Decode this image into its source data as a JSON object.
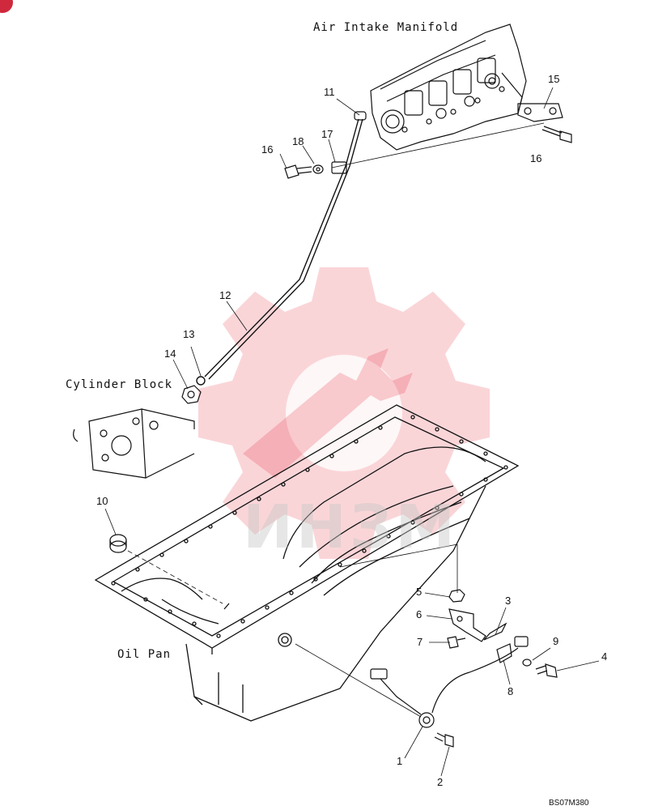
{
  "labels": {
    "air_intake_manifold": "Air Intake Manifold",
    "cylinder_block": "Cylinder Block",
    "oil_pan": "Oil Pan"
  },
  "watermark": {
    "text": "ИНЗМ",
    "color": "#e8404f"
  },
  "drawing_code": "BS07M380",
  "parts": {
    "p1": "1",
    "p2": "2",
    "p3": "3",
    "p4": "4",
    "p5": "5",
    "p6": "6",
    "p7": "7",
    "p8": "8",
    "p9": "9",
    "p10": "10",
    "p11": "11",
    "p12": "12",
    "p13": "13",
    "p14": "14",
    "p15": "15",
    "p16a": "16",
    "p16b": "16",
    "p17": "17",
    "p18": "18"
  }
}
